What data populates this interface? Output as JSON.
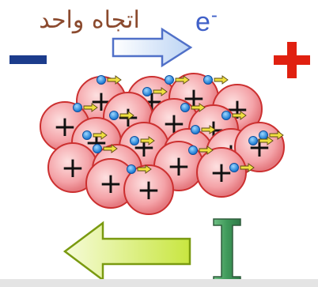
{
  "header": {
    "title": "اتجاه واحد",
    "electron_symbol": "e",
    "electron_superscript": "-"
  },
  "polarity": {
    "negative_sign": "−",
    "positive_sign": "+"
  },
  "current": {
    "symbol": "I"
  },
  "lattice": {
    "ion_symbol": "+"
  },
  "colors": {
    "title": "#8b4a2e",
    "electron_label": "#4060c8",
    "top_arrow_fill": "#d8e8f8",
    "top_arrow_stroke": "#5070c8",
    "negative": "#1c3c8c",
    "positive": "#e02010",
    "ion_fill": "#f4a0a4",
    "ion_stroke": "#cc3030",
    "electron": "#2090e0",
    "electron_arrow": "#f0e040",
    "current_arrow": "#d8f060",
    "current_symbol": "#3a8a4e"
  }
}
